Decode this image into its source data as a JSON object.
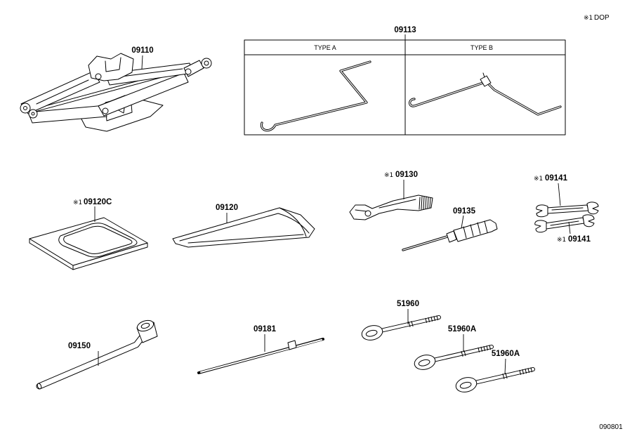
{
  "colors": {
    "line": "#000000",
    "background": "#ffffff"
  },
  "legend": {
    "mark": "※1",
    "text": "DOP"
  },
  "figure_code": "090801",
  "parts": {
    "jack": {
      "code": "09110"
    },
    "handle": {
      "code": "09113",
      "type_a": "TYPE A",
      "type_b": "TYPE B"
    },
    "pad": {
      "mark": "※1",
      "code": "09120C"
    },
    "bag": {
      "code": "09120"
    },
    "pliers": {
      "mark": "※1",
      "code": "09130"
    },
    "screwdriver": {
      "code": "09135"
    },
    "wrench_upper": {
      "mark": "※1",
      "code": "09141"
    },
    "wrench_lower": {
      "mark": "※1",
      "code": "09141"
    },
    "lug_wrench": {
      "code": "09150"
    },
    "rod": {
      "code": "09181"
    },
    "eye_bolt_1": {
      "code": "51960"
    },
    "eye_bolt_2": {
      "code": "51960A"
    },
    "eye_bolt_3": {
      "code": "51960A"
    }
  }
}
